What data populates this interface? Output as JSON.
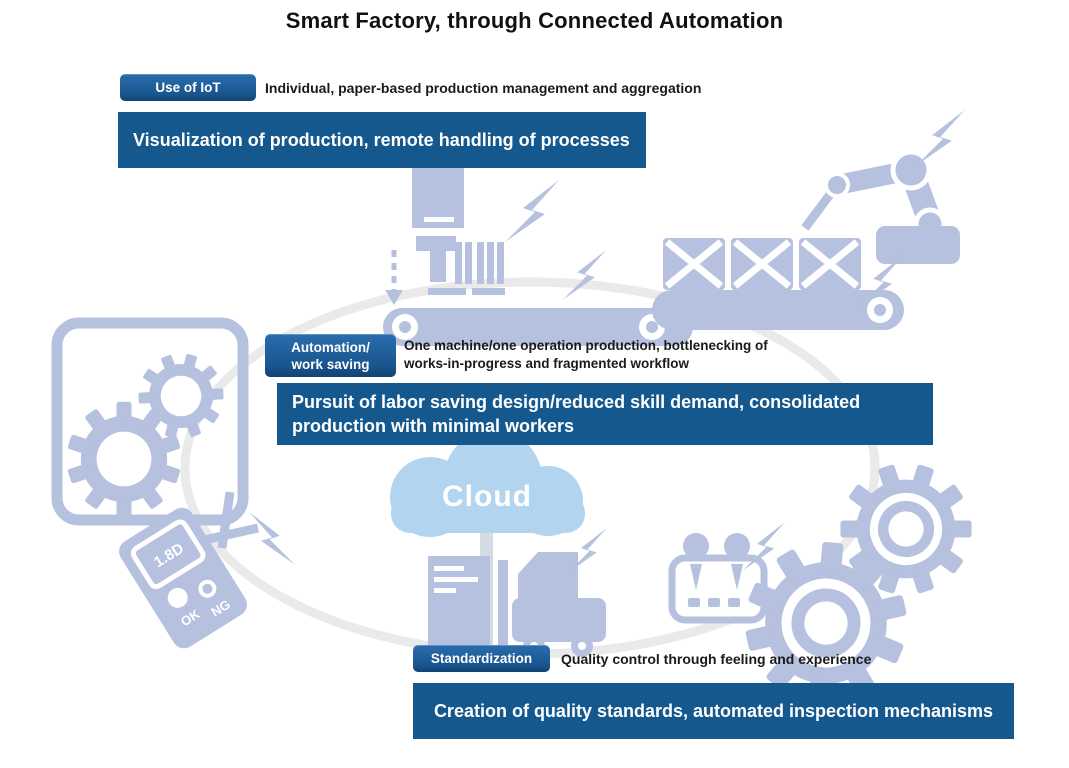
{
  "title": "Smart Factory, through Connected Automation",
  "sections": [
    {
      "badge_line1": "Use of IoT",
      "description_line1": "Individual, paper-based production management and aggregation",
      "banner_line1": "Visualization of production, remote handling of processes"
    },
    {
      "badge_line1": "Automation/",
      "badge_line2": "work saving",
      "description_line1": "One machine/one operation production, bottlenecking of",
      "description_line2": "works-in-progress and fragmented workflow",
      "banner_line1": "Pursuit of labor saving design/reduced skill demand, consolidated",
      "banner_line2": "production with minimal workers"
    },
    {
      "badge_line1": "Standardization",
      "description_line1": "Quality control through feeling and experience",
      "banner_line1": "Creation of quality standards, automated inspection mechanisms"
    }
  ],
  "cloud": {
    "label": "Cloud"
  },
  "device": {
    "screen": "1.8D",
    "ok": "OK",
    "ng": "NG"
  },
  "colors": {
    "banner_blue": "#15588E",
    "badge_blue_top": "#2A6DAD",
    "badge_blue_bottom": "#11436F",
    "illustration_periwinkle": "#B5C1DE",
    "cloud_blue": "#B2D4EE",
    "ellipse_gray": "#EAEAEA",
    "stem_gray": "#D5DAE3",
    "text_dark": "#1A1A1A"
  }
}
